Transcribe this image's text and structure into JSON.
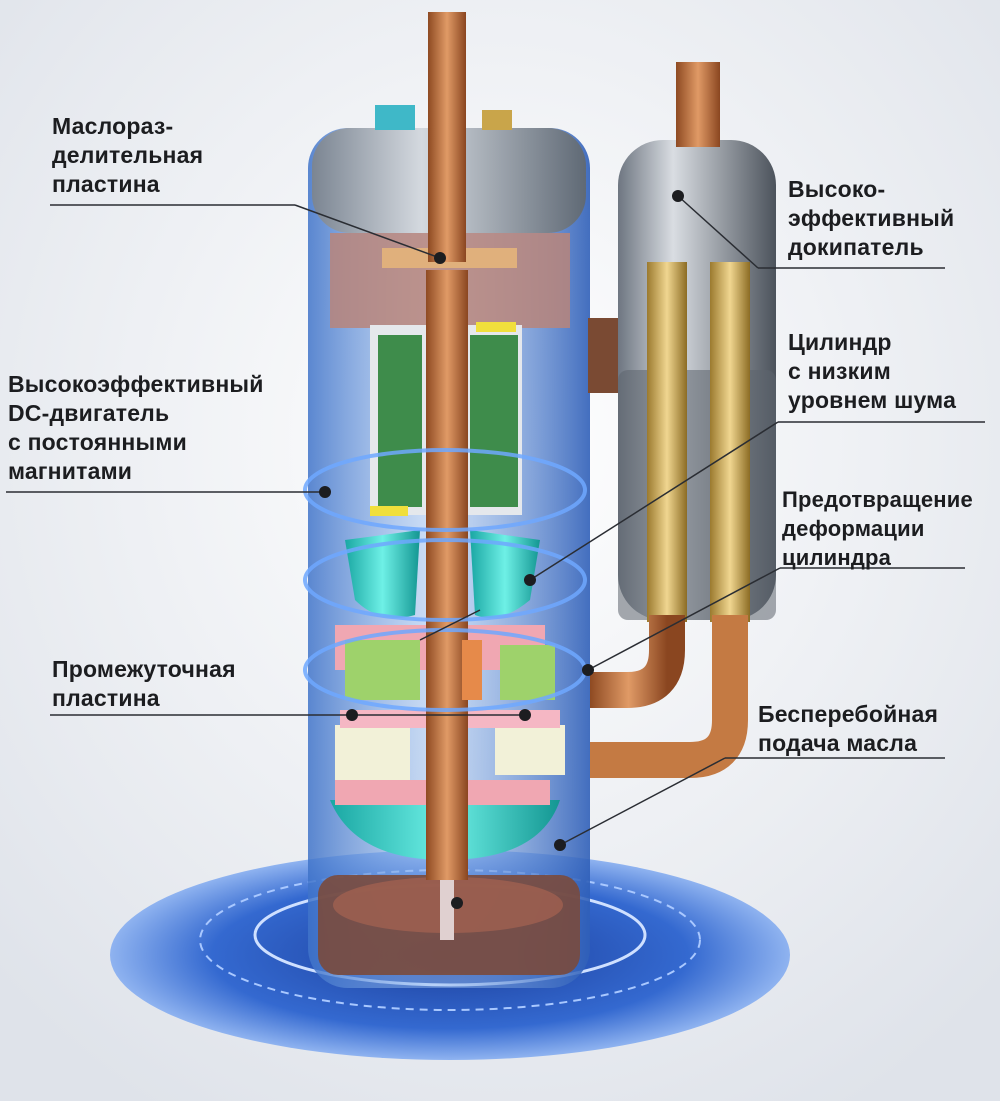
{
  "labels": {
    "oil_separator": "Маслораз-\nделительная\nпластина",
    "dc_motor": "Высокоэффективный\nDC-двигатель\nс постоянными\nмагнитами",
    "intermediate_plate": "Промежуточная\nпластина",
    "accumulator": "Высоко-\nэффективный\nдокипатель",
    "low_noise_cylinder": "Цилиндр\nс низким\nуровнем шума",
    "deformation_prevention": "Предотвращение\nдеформации\nцилиндра",
    "oil_supply": "Бесперебойная\nподача масла"
  },
  "colors": {
    "background": "#eef0f3",
    "shell_glass": "#5a8fd8",
    "copper": "#c0743e",
    "brass": "#d8b25a",
    "teal": "#37c9c3",
    "stator_green": "#3f8a4a",
    "base_blue": "#3d6fd0",
    "leader_line": "#2a2d33"
  }
}
